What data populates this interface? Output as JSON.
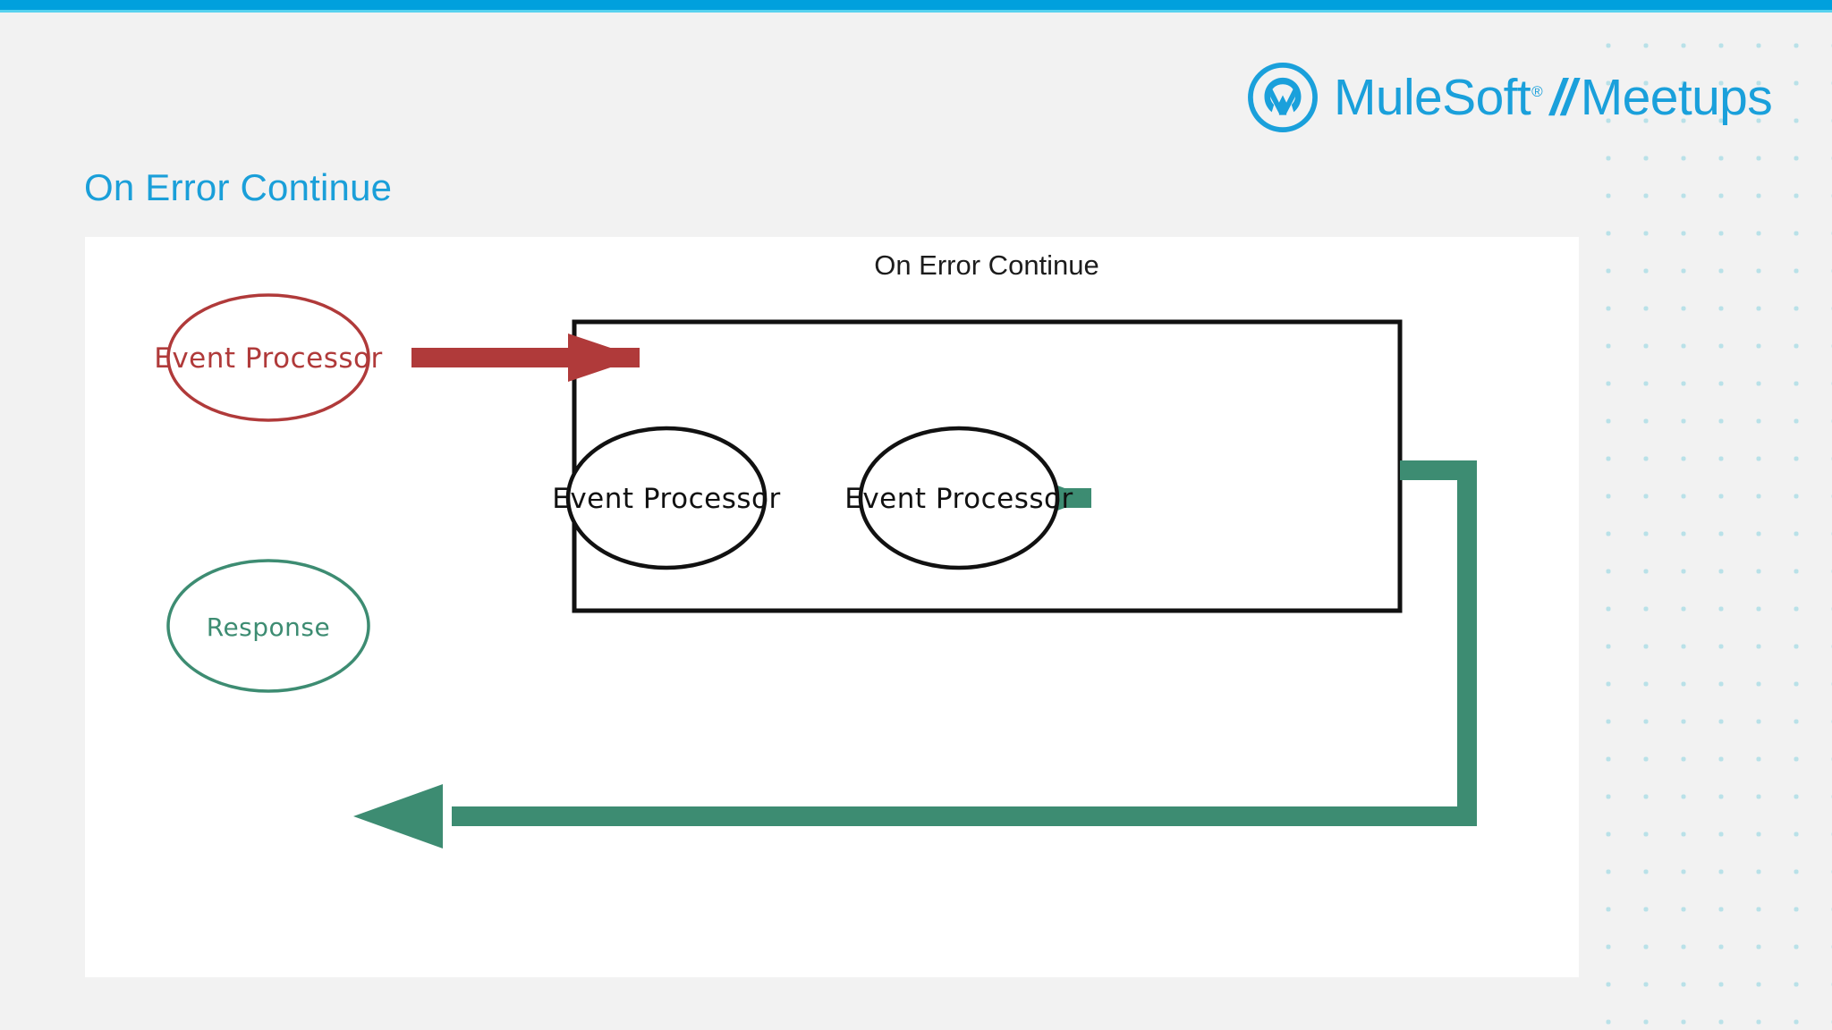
{
  "slide": {
    "title": "On Error Continue",
    "title_color": "#1a9fd9",
    "background_color": "#f2f2f2",
    "accent_bar_color": "#00a0dd",
    "accent_bar_thin_color": "#57d2ef",
    "dot_pattern_color": "#b9e1e8"
  },
  "brand": {
    "logo_icon": "mulesoft-m-circle-icon",
    "name": "MuleSoft",
    "registered_mark": "®",
    "separator": "//",
    "sub_name": "Meetups",
    "color": "#1aa0db"
  },
  "diagram": {
    "type": "flow",
    "scope_box": {
      "label": "On Error Continue",
      "border_color": "#000000"
    },
    "nodes": [
      {
        "id": "source-event-processor",
        "label": "Event Processor",
        "shape": "ellipse",
        "color": "#b03a3a",
        "location": "outside-left"
      },
      {
        "id": "scoped-event-processor-1",
        "label": "Event  Processor",
        "shape": "ellipse",
        "color": "#000000",
        "location": "inside-box-left"
      },
      {
        "id": "scoped-event-processor-2",
        "label": "Event  Processor",
        "shape": "ellipse",
        "color": "#000000",
        "location": "inside-box-right"
      },
      {
        "id": "response",
        "label": "Response",
        "shape": "ellipse",
        "color": "#3d8c72",
        "location": "outside-bottom-left"
      }
    ],
    "connectors": [
      {
        "id": "source-to-scope",
        "from": "source-event-processor",
        "to": "scope-box",
        "color": "#b03a3a",
        "direction": "right"
      },
      {
        "id": "processor-1-to-processor-2",
        "from": "scoped-event-processor-1",
        "to": "scoped-event-processor-2",
        "color": "#3d8c72",
        "direction": "right"
      },
      {
        "id": "scope-to-response",
        "from": "scope-box",
        "to": "response",
        "color": "#3d8c72",
        "direction": "left",
        "routing": "right-down-left"
      }
    ]
  }
}
